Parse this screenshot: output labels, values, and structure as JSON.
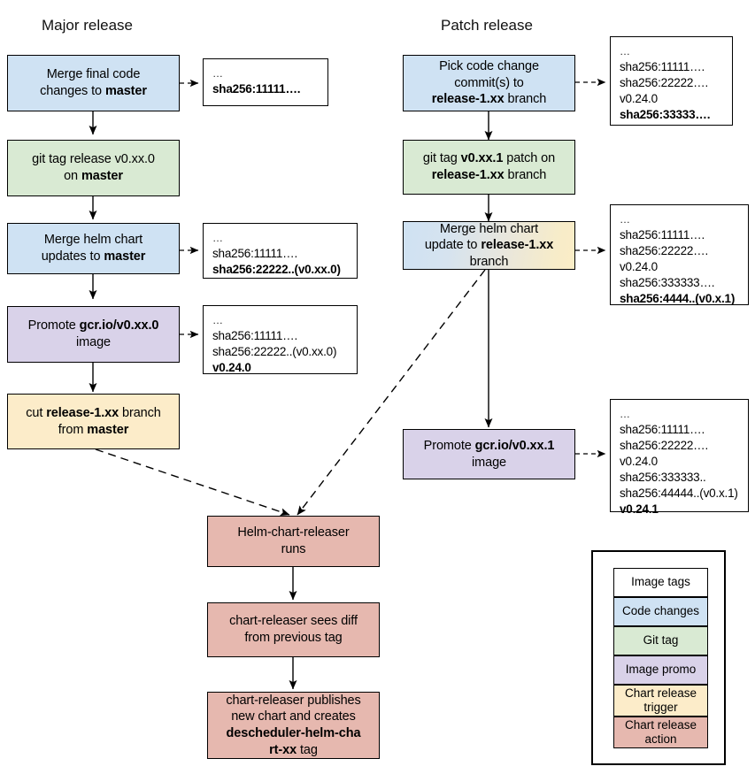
{
  "titles": {
    "major": "Major release",
    "patch": "Patch release"
  },
  "major_flow": [
    {
      "id": "merge-final-code",
      "type": "code-changes",
      "color": "#cfe2f3",
      "html": "Merge final code<br>changes to <b>master</b>",
      "text": "Merge final code changes to master"
    },
    {
      "id": "git-tag-release",
      "type": "git-tag",
      "color": "#d9ead3",
      "html": "git tag release v0.xx.0<br>on <b>master</b>",
      "text": "git tag release v0.xx.0 on master"
    },
    {
      "id": "merge-helm-chart-updates",
      "type": "code-changes",
      "color": "#cfe2f3",
      "html": "Merge helm chart<br>updates to <b>master</b>",
      "text": "Merge helm chart updates to master"
    },
    {
      "id": "promote-image-major",
      "type": "image-promo",
      "color": "#d9d2e9",
      "html": "Promote <b>gcr.io/v0.xx.0</b><br>image",
      "text": "Promote gcr.io/v0.xx.0 image"
    },
    {
      "id": "cut-release-branch",
      "type": "chart-release-trigger",
      "color": "#fcecc9",
      "html": "cut <b>release-1.xx</b> branch<br>from <b>master</b>",
      "text": "cut release-1.xx branch from master"
    }
  ],
  "patch_flow": [
    {
      "id": "pick-code-change",
      "type": "code-changes",
      "color": "#cfe2f3",
      "html": "Pick code change<br>commit(s) to<br><b>release-1.xx</b> branch",
      "text": "Pick code change commit(s) to release-1.xx branch"
    },
    {
      "id": "git-tag-patch",
      "type": "git-tag",
      "color": "#d9ead3",
      "html": "git tag <b>v0.xx.1</b> patch on<br><b>release-1.xx</b> branch",
      "text": "git tag v0.xx.1 patch on release-1.xx branch"
    },
    {
      "id": "merge-helm-chart-update-branch",
      "type": "code-changes-to-trigger",
      "color": "gradient",
      "html": "Merge helm chart<br>update to <b>release-1.xx</b><br>branch",
      "text": "Merge helm chart update to release-1.xx branch"
    },
    {
      "id": "promote-image-patch",
      "type": "image-promo",
      "color": "#d9d2e9",
      "html": "Promote <b>gcr.io/v0.xx.1</b><br>image",
      "text": "Promote gcr.io/v0.xx.1 image"
    }
  ],
  "bottom_flow": [
    {
      "id": "helm-chart-releaser-runs",
      "type": "chart-release-action",
      "color": "#e6b8af",
      "html": "Helm-chart-releaser<br>runs",
      "text": "Helm-chart-releaser runs"
    },
    {
      "id": "chart-releaser-sees-diff",
      "type": "chart-release-action",
      "color": "#e6b8af",
      "html": "chart-releaser sees diff<br>from previous tag",
      "text": "chart-releaser sees diff from previous tag"
    },
    {
      "id": "chart-releaser-publishes",
      "type": "chart-release-action",
      "color": "#e6b8af",
      "html": "chart-releaser publishes<br>new chart and creates<br><b>descheduler-helm-cha</b><br><b>rt-xx</b> tag",
      "text": "chart-releaser publishes new chart and creates descheduler-helm-chart-xx tag"
    }
  ],
  "notes_left": [
    {
      "id": "note-major-1",
      "lines": [
        {
          "text": "…",
          "bold": false,
          "dots": true
        },
        {
          "text": "sha256:11111….",
          "bold": true
        }
      ]
    },
    {
      "id": "note-major-2",
      "lines": [
        {
          "text": "…",
          "bold": false,
          "dots": true
        },
        {
          "text": "sha256:11111….",
          "bold": false
        },
        {
          "text": "sha256:22222..(v0.xx.0)",
          "bold": true
        }
      ]
    },
    {
      "id": "note-major-3",
      "lines": [
        {
          "text": "…",
          "bold": false,
          "dots": true
        },
        {
          "text": "sha256:11111….",
          "bold": false
        },
        {
          "text": "sha256:22222..(v0.xx.0)",
          "bold": false
        },
        {
          "text": "v0.24.0",
          "bold": true
        }
      ]
    }
  ],
  "notes_right": [
    {
      "id": "note-patch-1",
      "lines": [
        {
          "text": "…",
          "bold": false,
          "dots": true
        },
        {
          "text": "sha256:11111….",
          "bold": false
        },
        {
          "text": "sha256:22222….",
          "bold": false
        },
        {
          "text": "v0.24.0",
          "bold": false
        },
        {
          "text": "sha256:33333….",
          "bold": true
        }
      ]
    },
    {
      "id": "note-patch-2",
      "lines": [
        {
          "text": "…",
          "bold": false,
          "dots": true
        },
        {
          "text": "sha256:11111….",
          "bold": false
        },
        {
          "text": "sha256:22222….",
          "bold": false
        },
        {
          "text": "v0.24.0",
          "bold": false
        },
        {
          "text": "sha256:333333….",
          "bold": false
        },
        {
          "text": "sha256:4444..(v0.x.1)",
          "bold": true
        }
      ]
    },
    {
      "id": "note-patch-3",
      "lines": [
        {
          "text": "…",
          "bold": false,
          "dots": true
        },
        {
          "text": "sha256:11111….",
          "bold": false
        },
        {
          "text": "sha256:22222….",
          "bold": false
        },
        {
          "text": "v0.24.0",
          "bold": false
        },
        {
          "text": "sha256:333333..",
          "bold": false
        },
        {
          "text": "sha256:44444..(v0.x.1)",
          "bold": false
        },
        {
          "text": "v0.24.1",
          "bold": true
        }
      ]
    }
  ],
  "legend": {
    "items": [
      {
        "label": "Image tags",
        "color": "#ffffff"
      },
      {
        "label": "Code changes",
        "color": "#cfe2f3"
      },
      {
        "label": "Git tag",
        "color": "#d9ead3"
      },
      {
        "label": "Image promo",
        "color": "#d9d2e9"
      },
      {
        "label": "Chart release\ntrigger",
        "color": "#fcecc9"
      },
      {
        "label": "Chart release\naction",
        "color": "#e6b8af"
      }
    ]
  },
  "colors": {
    "code_changes": "#cfe2f3",
    "git_tag": "#d9ead3",
    "image_promo": "#d9d2e9",
    "chart_release_trigger": "#fcecc9",
    "chart_release_action": "#e6b8af",
    "note_bg": "#ffffff",
    "stroke": "#000000",
    "background": "#ffffff"
  }
}
